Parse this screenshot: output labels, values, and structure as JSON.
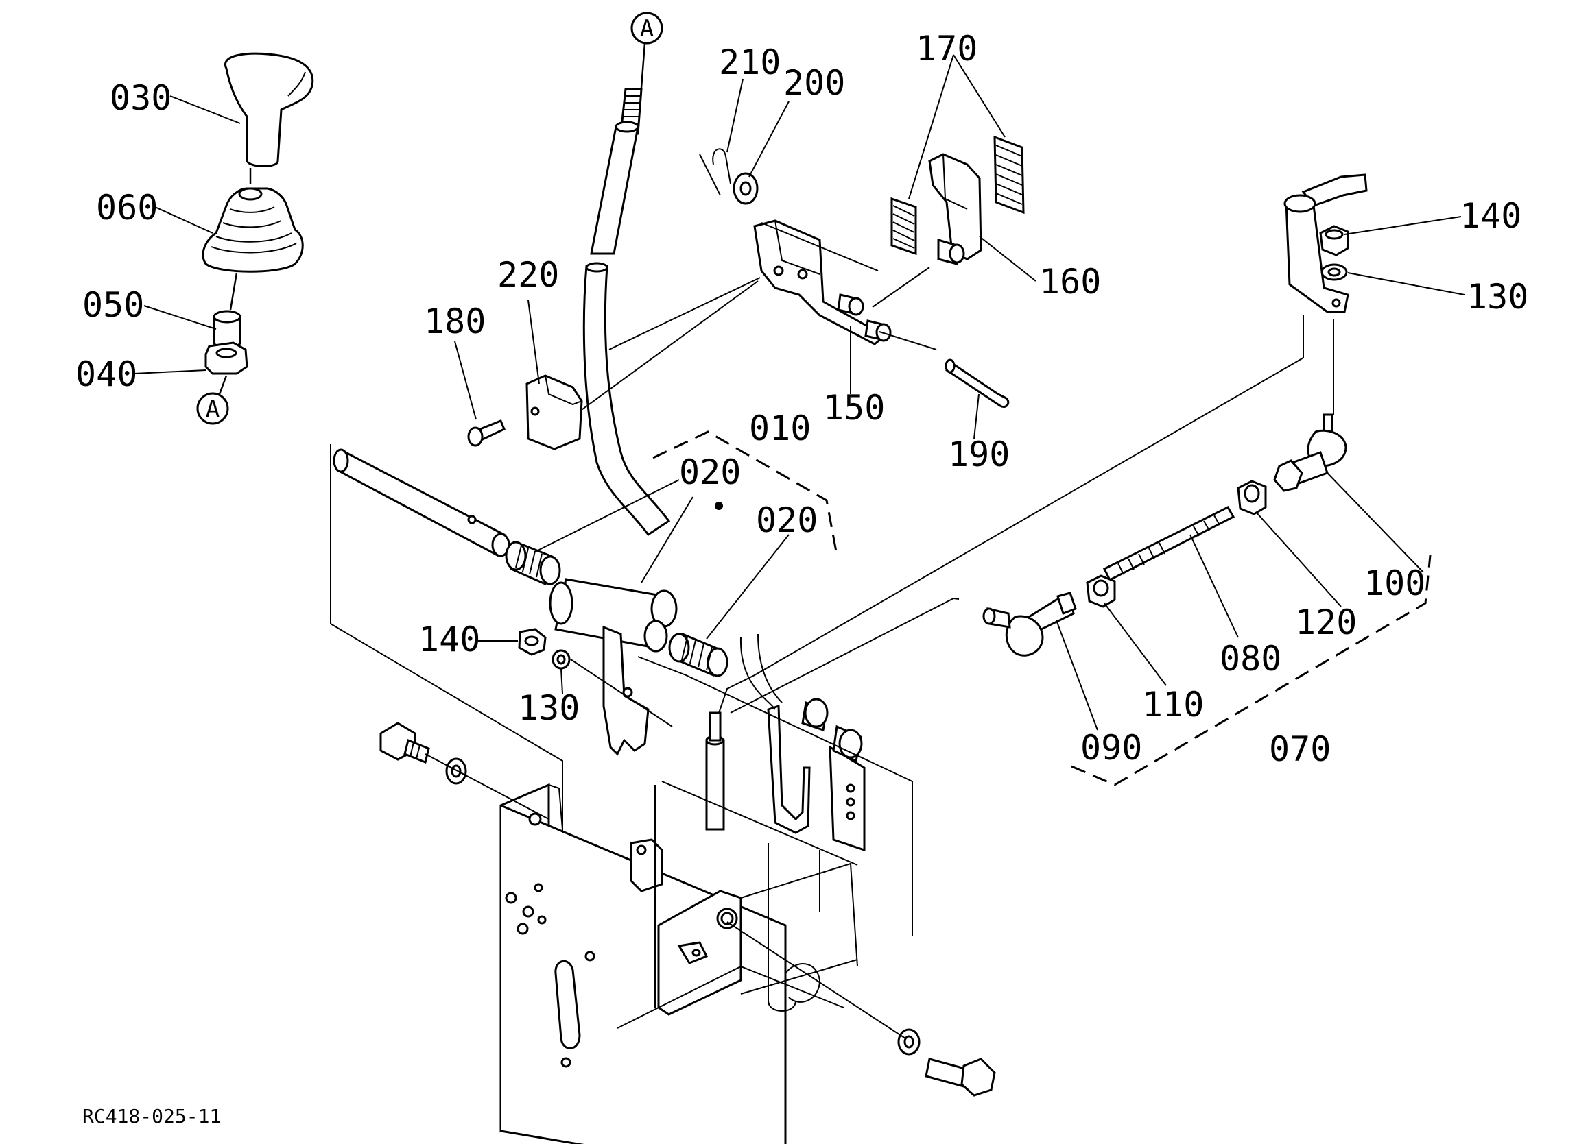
{
  "drawing_code": "RC418-025-11",
  "ref_marker": "A",
  "labels": {
    "l030": "030",
    "l060": "060",
    "l050": "050",
    "l040": "040",
    "l210": "210",
    "l200": "200",
    "l170": "170",
    "l160": "160",
    "l140a": "140",
    "l130a": "130",
    "l220": "220",
    "l180": "180",
    "l150": "150",
    "l190": "190",
    "l010": "010",
    "l020a": "020",
    "l020b": "020",
    "l140b": "140",
    "l130b": "130",
    "l100": "100",
    "l120": "120",
    "l080": "080",
    "l110": "110",
    "l090": "090",
    "l070": "070"
  }
}
